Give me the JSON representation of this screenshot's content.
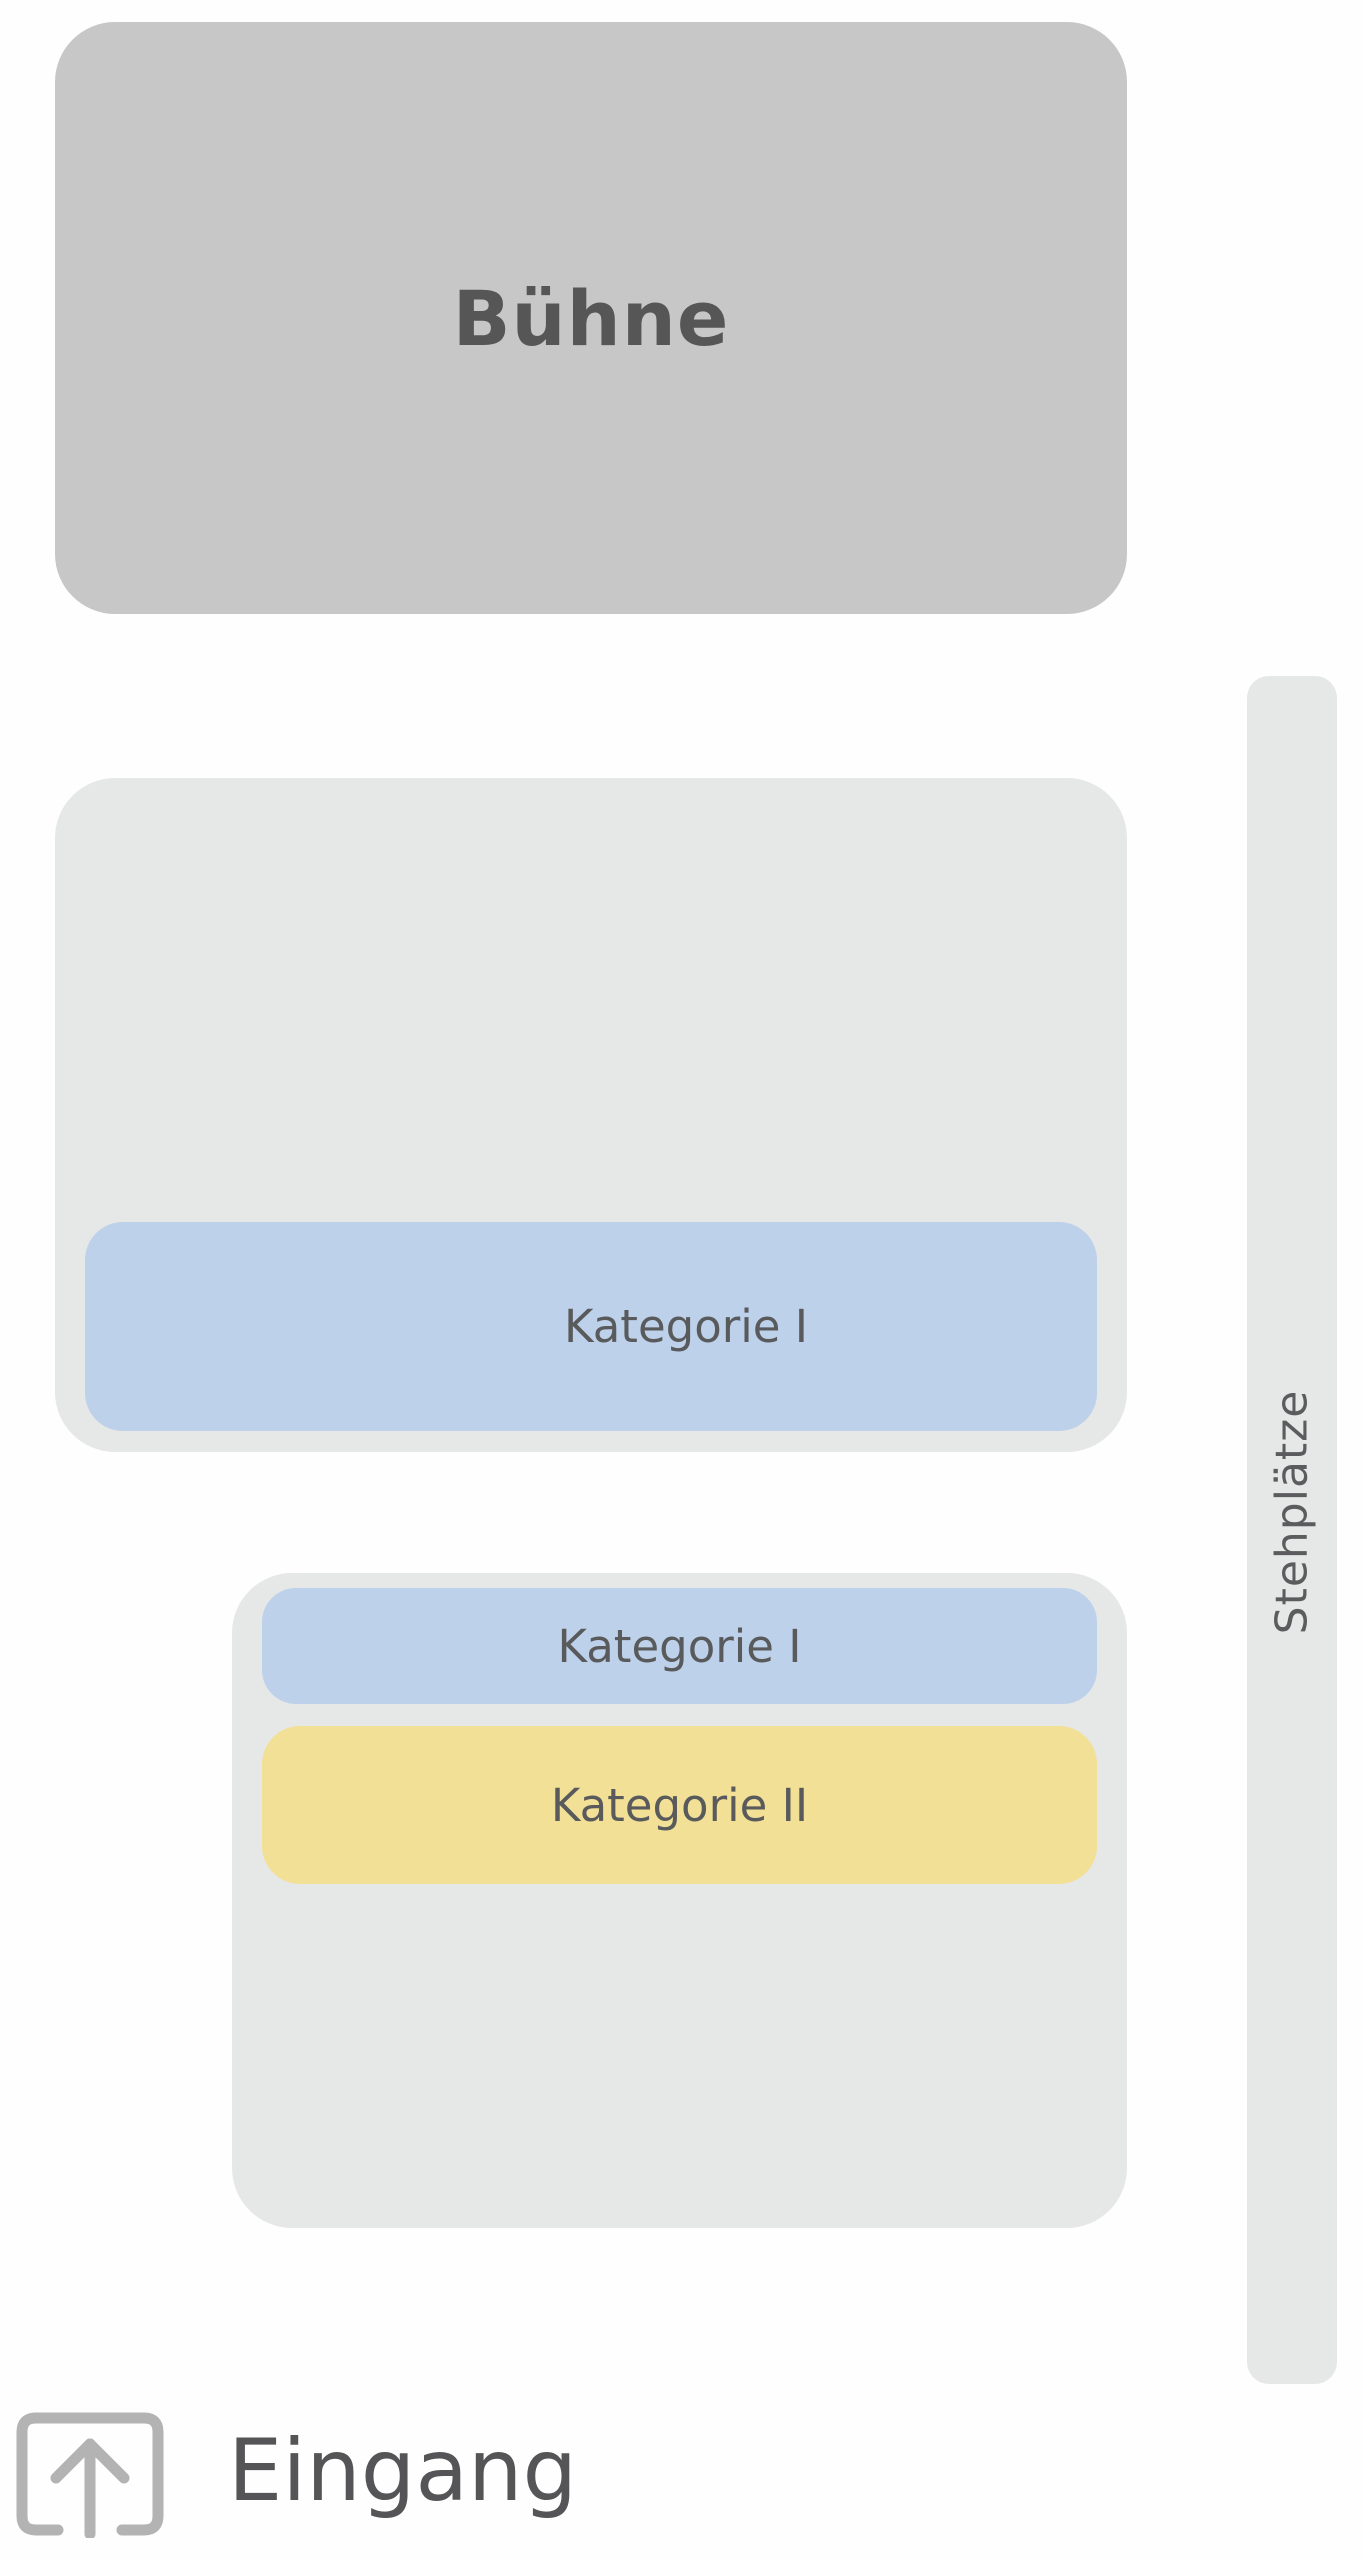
{
  "stage": {
    "label": "Bühne"
  },
  "upper_block": {
    "zones": [
      {
        "label": "Kategorie I",
        "color": "#BED1EA"
      }
    ]
  },
  "lower_block": {
    "zones": [
      {
        "label": "Kategorie I",
        "color": "#BED1EA"
      },
      {
        "label": "Kategorie II",
        "color": "#F2E096"
      }
    ]
  },
  "standing": {
    "label": "Stehplätze"
  },
  "entrance": {
    "label": "Eingang",
    "icon": "entrance-arrow-up-icon"
  },
  "colors": {
    "stage": "#C8C7C8",
    "block": "#E6E7E7",
    "category_1": "#BED1EA",
    "category_2": "#F2E096",
    "text": "#575656",
    "icon": "#B3B3B3"
  }
}
